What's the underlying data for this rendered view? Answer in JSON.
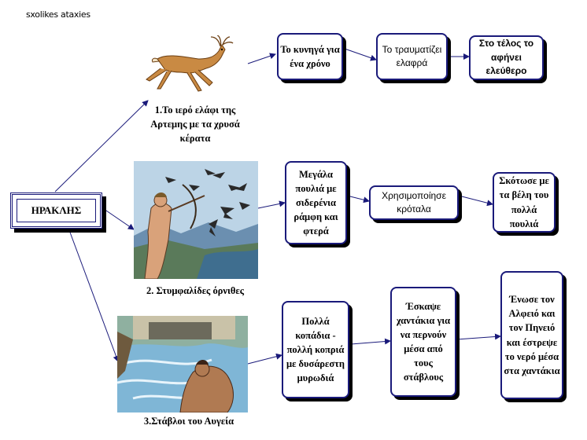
{
  "handle": "sxolikes ataxies",
  "root": "ΗΡΑΚΛΗΣ",
  "branches": [
    {
      "caption": "1.Το ιερό ελάφι της Αρτεμης με τα χρυσά κέρατα",
      "steps": [
        "Το κυνηγά για ένα χρόνο",
        "Το τραυματίζει ελαφρά",
        "Στο τέλος το αφήνει ελεύθερο"
      ]
    },
    {
      "caption": "2. Στυμφαλίδες όρνιθες",
      "steps": [
        "Μεγάλα πουλιά με σιδερένια ράμφη και φτερά",
        "Χρησιμοποίησε κρόταλα",
        "Σκότωσε με τα βέλη του πολλά πουλιά"
      ]
    },
    {
      "caption": "3.Στάβλοι του Αυγεία",
      "steps": [
        "Πολλά κοπάδια - πολλή κοπριά με δυσάρεστη μυρωδιά",
        "Έσκαψε χαντάκια για να περνούν μέσα από τους στάβλους",
        "Ένωσε τον Αλφειό και τον Πηνειό και έστρεψε το νερό μέσα στα χαντάκια"
      ]
    }
  ],
  "icons": [
    "deer-picture",
    "birds-archer-picture",
    "stable-river-picture"
  ]
}
